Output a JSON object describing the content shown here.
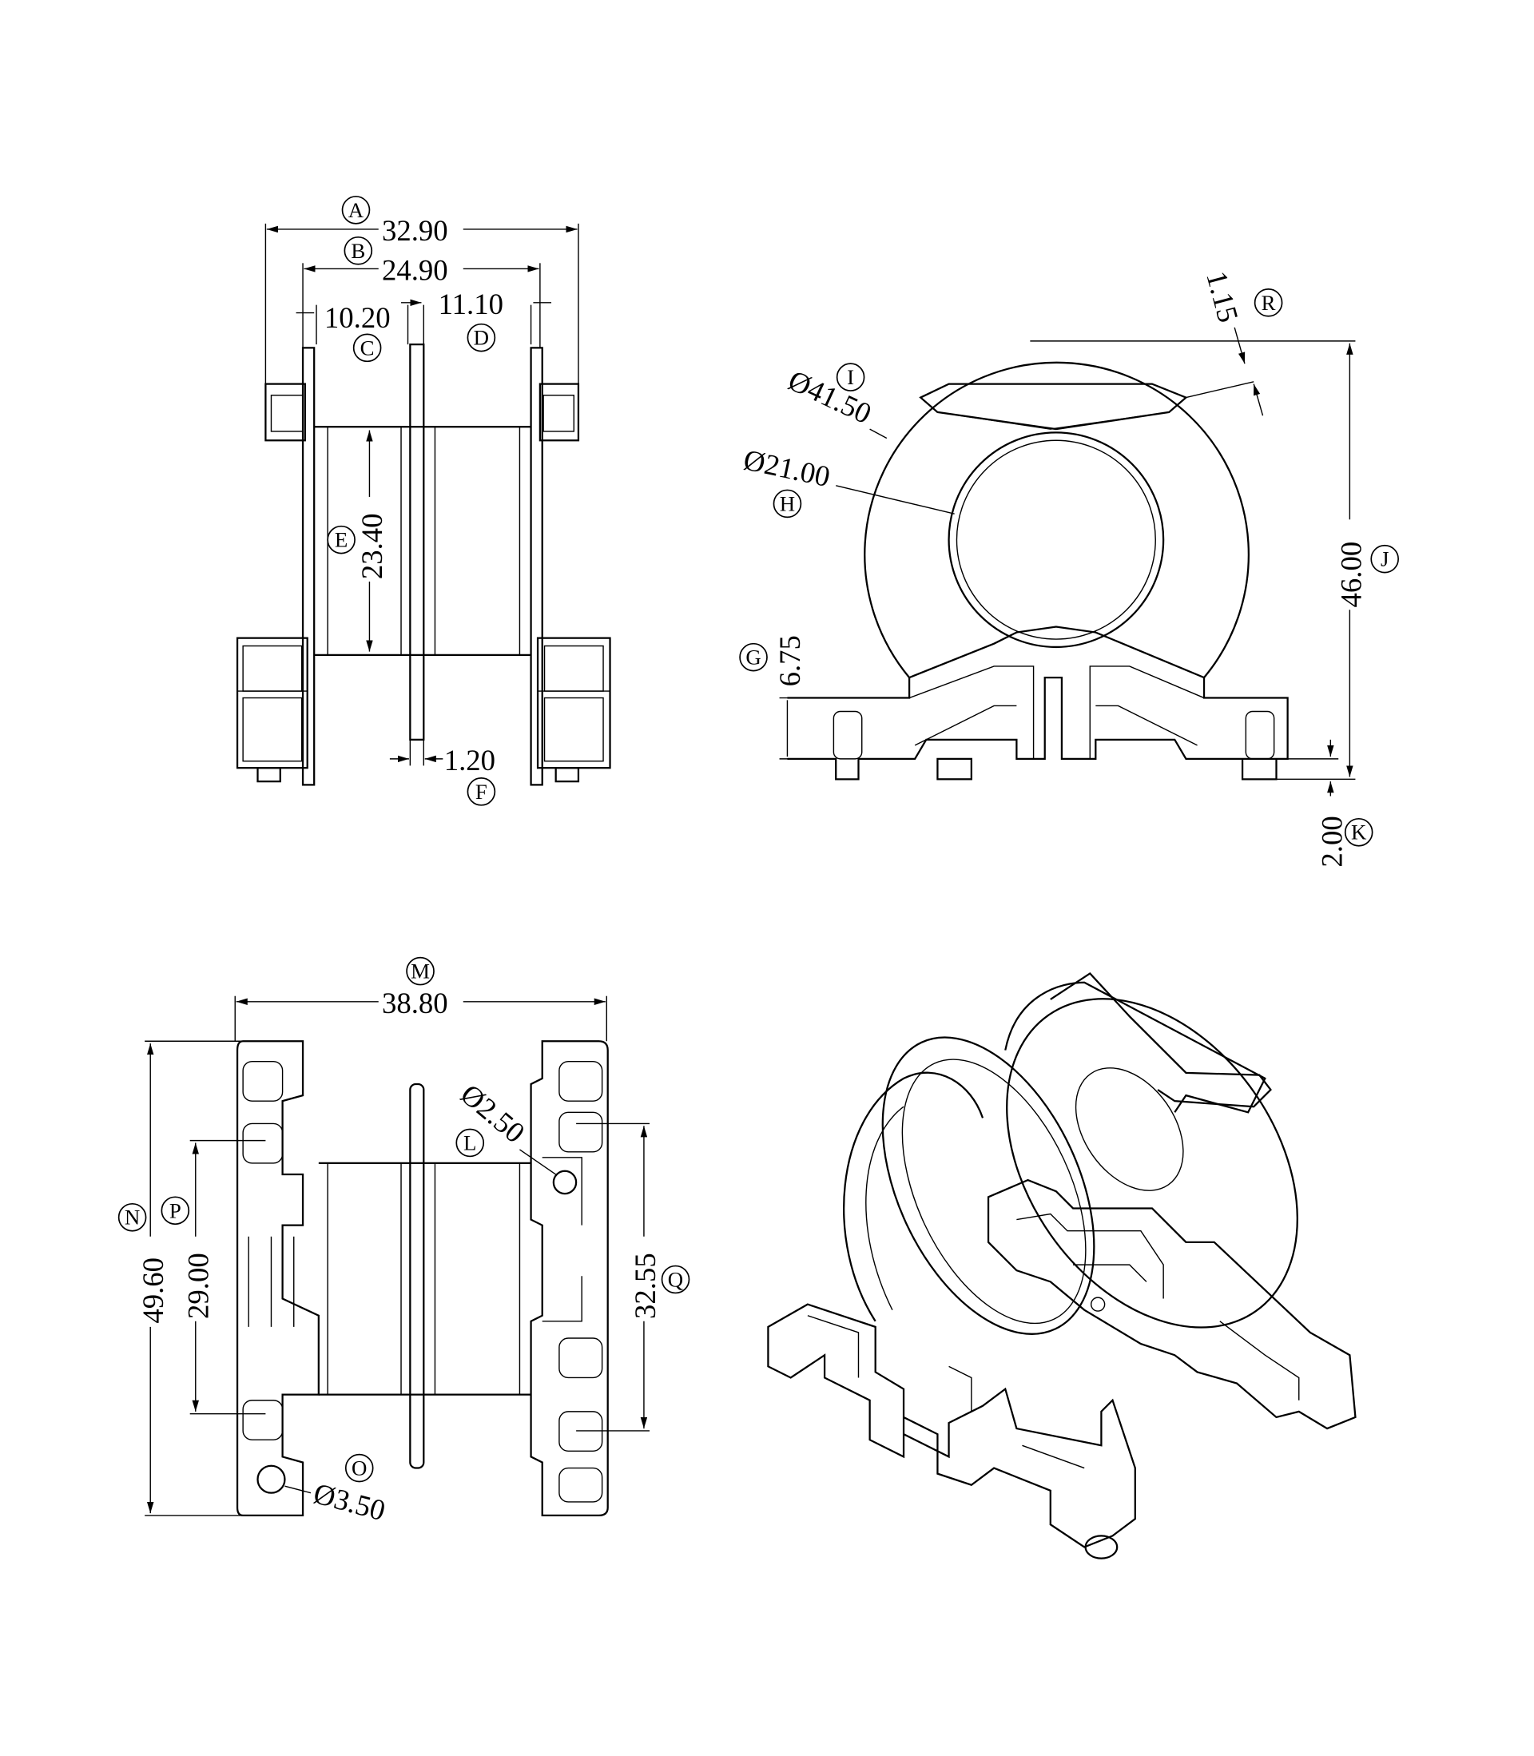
{
  "drawing": {
    "views": [
      "side-view",
      "front-view",
      "bottom-view",
      "isometric-view"
    ],
    "dimensions": {
      "A": {
        "label": "A",
        "value": "32.90"
      },
      "B": {
        "label": "B",
        "value": "24.90"
      },
      "C": {
        "label": "C",
        "value": "10.20"
      },
      "D": {
        "label": "D",
        "value": "11.10"
      },
      "E": {
        "label": "E",
        "value": "23.40"
      },
      "F": {
        "label": "F",
        "value": "1.20"
      },
      "G": {
        "label": "G",
        "value": "6.75"
      },
      "H": {
        "label": "H",
        "value": "Ø21.00"
      },
      "I": {
        "label": "I",
        "value": "Ø41.50"
      },
      "J": {
        "label": "J",
        "value": "46.00"
      },
      "K": {
        "label": "K",
        "value": "2.00"
      },
      "L": {
        "label": "L",
        "value": "Ø2.50"
      },
      "M": {
        "label": "M",
        "value": "38.80"
      },
      "N": {
        "label": "N",
        "value": "49.60"
      },
      "O": {
        "label": "O",
        "value": "Ø3.50"
      },
      "P": {
        "label": "P",
        "value": "29.00"
      },
      "Q": {
        "label": "Q",
        "value": "32.55"
      },
      "R": {
        "label": "R",
        "value": "1.15"
      }
    }
  }
}
